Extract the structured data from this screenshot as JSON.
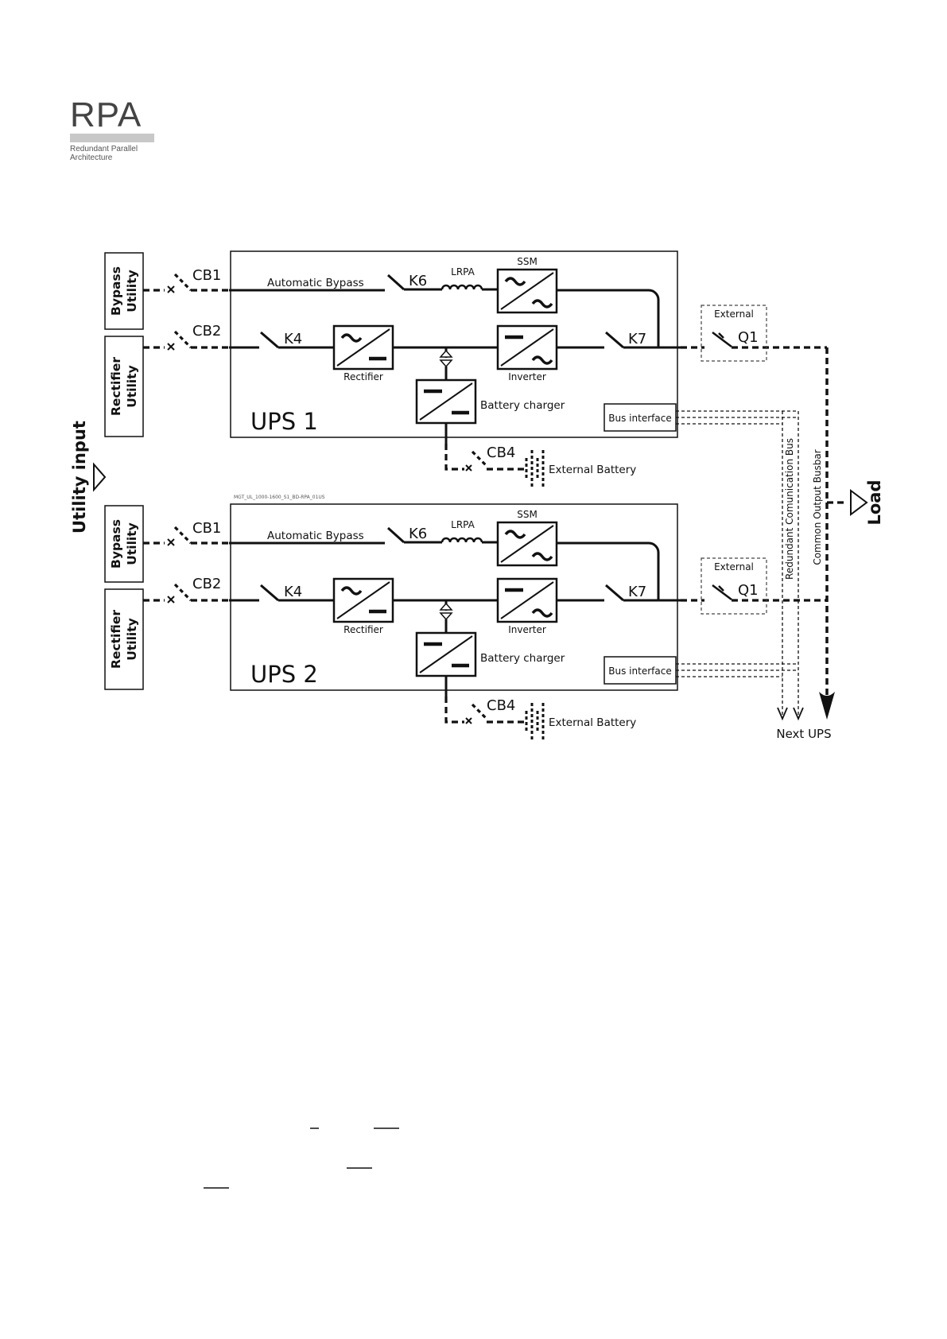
{
  "logo": {
    "word": "RPA",
    "subtitle": "Redundant Parallel Architecture"
  },
  "diagram": {
    "utility_input": "Utility input",
    "load": "Load",
    "next_ups": "Next UPS",
    "redundant_bus": "Redundant Comunication Bus",
    "common_busbar": "Common Output Busbar",
    "drawing_code": "MGT_UL_1000-1600_S1_BD-RPA_01US",
    "units": [
      {
        "name": "UPS 1",
        "bypass_utility": [
          "Bypass",
          "Utility"
        ],
        "rectifier_utility": [
          "Rectifier",
          "Utility"
        ],
        "cb1": "CB1",
        "cb2": "CB2",
        "cb4": "CB4",
        "automatic_bypass": "Automatic Bypass",
        "k6": "K6",
        "k4": "K4",
        "k7": "K7",
        "lrpa": "LRPA",
        "ssm": "SSM",
        "rectifier": "Rectifier",
        "inverter": "Inverter",
        "battery_charger": "Battery charger",
        "bus_interface": "Bus interface",
        "external": "External",
        "q1": "Q1",
        "external_battery": "External Battery"
      },
      {
        "name": "UPS 2",
        "bypass_utility": [
          "Bypass",
          "Utility"
        ],
        "rectifier_utility": [
          "Rectifier",
          "Utility"
        ],
        "cb1": "CB1",
        "cb2": "CB2",
        "cb4": "CB4",
        "automatic_bypass": "Automatic Bypass",
        "k6": "K6",
        "k4": "K4",
        "k7": "K7",
        "lrpa": "LRPA",
        "ssm": "SSM",
        "rectifier": "Rectifier",
        "inverter": "Inverter",
        "battery_charger": "Battery charger",
        "bus_interface": "Bus interface",
        "external": "External",
        "q1": "Q1",
        "external_battery": "External Battery"
      }
    ]
  }
}
